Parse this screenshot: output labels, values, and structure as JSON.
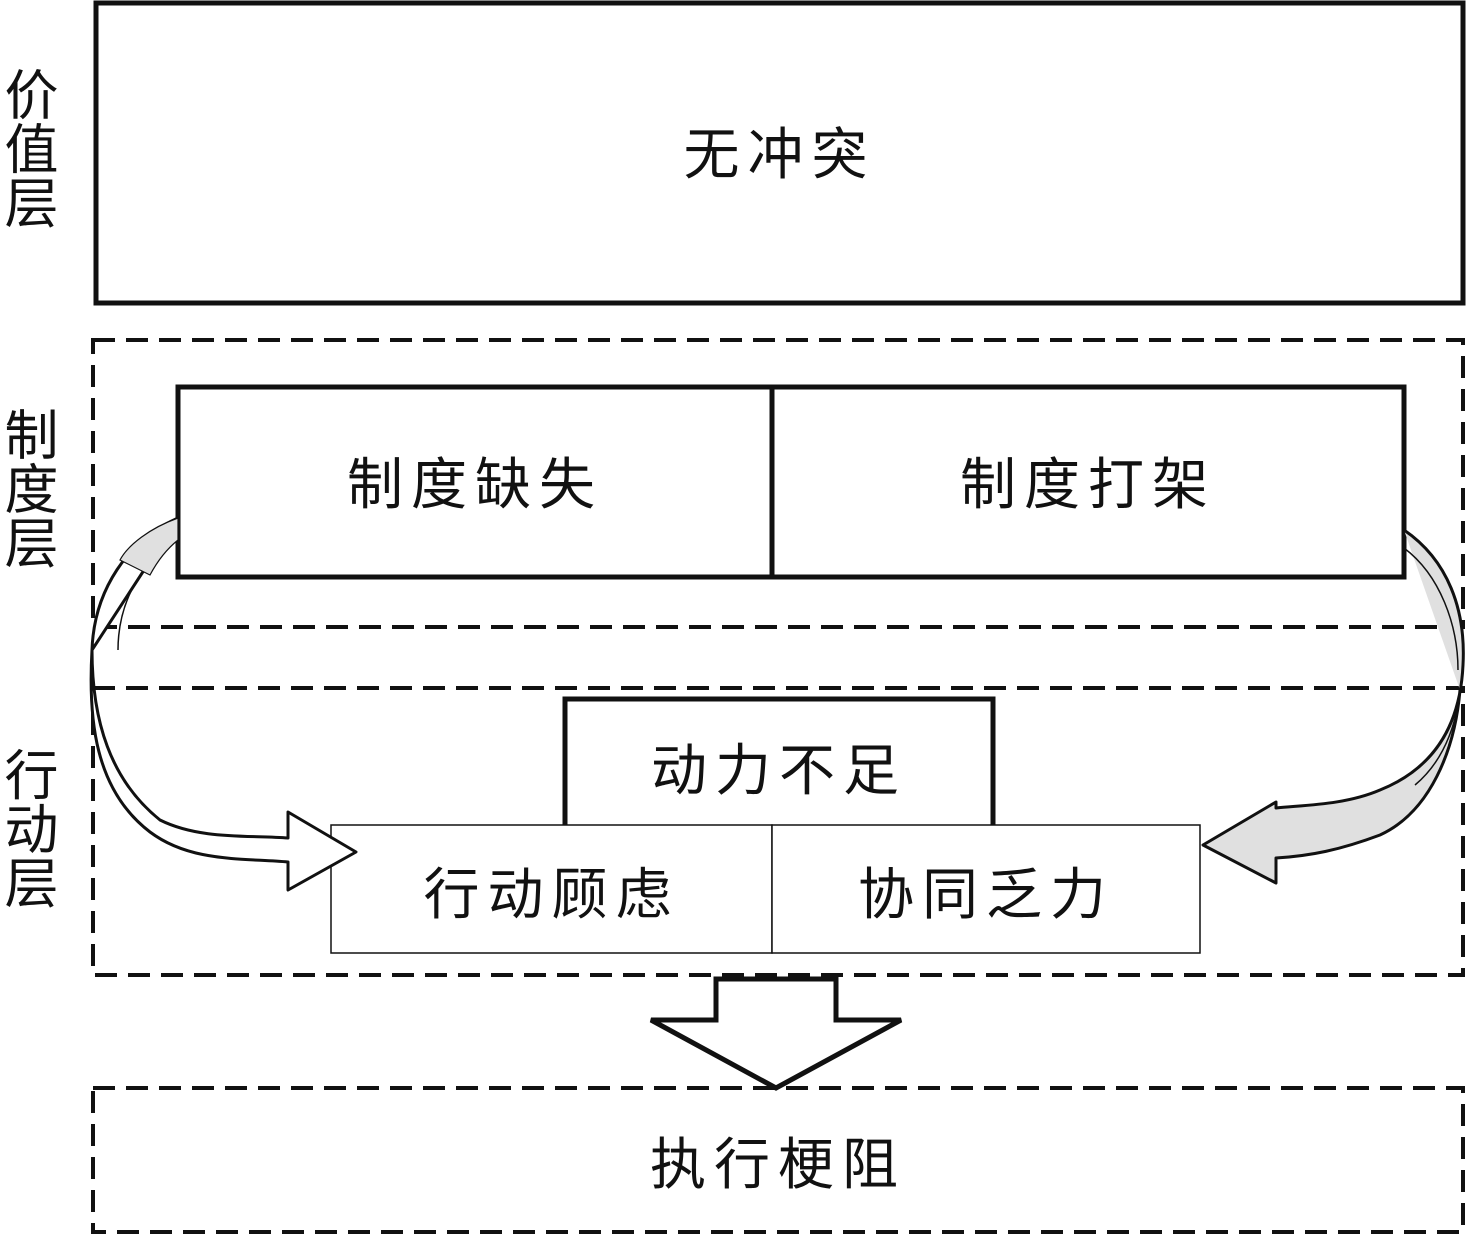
{
  "layers": {
    "value": "价值层",
    "institution": "制度层",
    "action": "行动层"
  },
  "boxes": {
    "no_conflict": "无冲突",
    "institution_missing": "制度缺失",
    "institution_conflict": "制度打架",
    "insufficient_motivation": "动力不足",
    "action_concerns": "行动顾虑",
    "lack_of_coordination": "协同乏力",
    "execution_obstruction": "执行梗阻"
  },
  "colors": {
    "stroke": "#111111",
    "arrow_fill_right": "#e0e0e0",
    "background": "#ffffff"
  }
}
